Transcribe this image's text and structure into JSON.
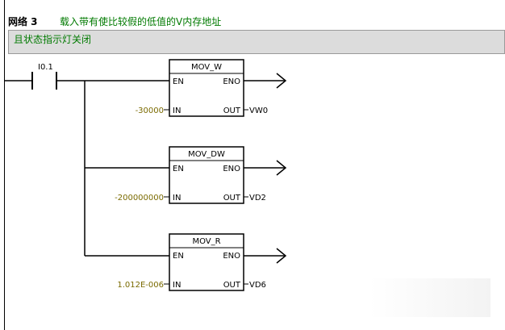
{
  "network": {
    "label": "网络 3",
    "title_comment": "载入带有使比较假的低值的V内存地址",
    "comment": "且状态指示灯关闭"
  },
  "contact": {
    "label": "I0.1"
  },
  "blocks": [
    {
      "name": "MOV_W",
      "en": "EN",
      "eno": "ENO",
      "in": "IN",
      "out": "OUT",
      "in_value": "-30000",
      "out_value": "VW0"
    },
    {
      "name": "MOV_DW",
      "en": "EN",
      "eno": "ENO",
      "in": "IN",
      "out": "OUT",
      "in_value": "-200000000",
      "out_value": "VD2"
    },
    {
      "name": "MOV_R",
      "en": "EN",
      "eno": "ENO",
      "in": "IN",
      "out": "OUT",
      "in_value": "1.012E-006",
      "out_value": "VD6"
    }
  ],
  "colors": {
    "comment": "#007a00",
    "operand": "#7a6a00",
    "line": "#000000"
  }
}
